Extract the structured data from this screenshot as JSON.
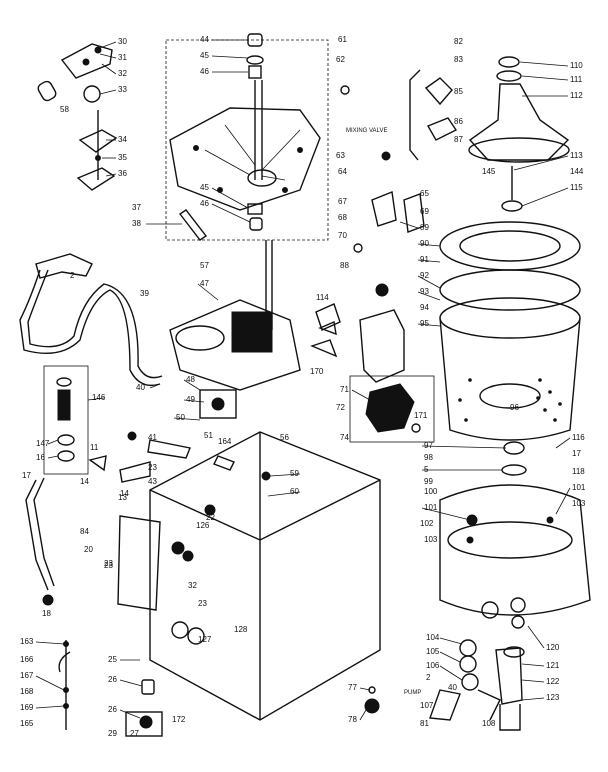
{
  "diagram": {
    "annotations": [
      "MIXING VALVE",
      "PUMP"
    ],
    "callouts": [
      "30",
      "31",
      "32",
      "33",
      "58",
      "34",
      "35",
      "36",
      "44",
      "45",
      "46",
      "61",
      "62",
      "45",
      "46",
      "37",
      "38",
      "57",
      "82",
      "83",
      "85",
      "86",
      "87",
      "MIXING VALVE",
      "63",
      "64",
      "65",
      "69",
      "67",
      "68",
      "70",
      "88",
      "89",
      "90",
      "91",
      "92",
      "93",
      "94",
      "95",
      "110",
      "111",
      "112",
      "113",
      "145",
      "144",
      "115",
      "2",
      "39",
      "47",
      "114",
      "170",
      "48",
      "49",
      "50",
      "40",
      "146",
      "147",
      "16",
      "11",
      "14",
      "13",
      "17",
      "84",
      "20",
      "23",
      "18",
      "41",
      "43",
      "23",
      "14",
      "164",
      "59",
      "60",
      "126",
      "51",
      "56",
      "74",
      "71",
      "72",
      "171",
      "96",
      "97",
      "98",
      "5",
      "99",
      "100",
      "101",
      "102",
      "103",
      "116",
      "17",
      "118",
      "101",
      "103",
      "120",
      "32",
      "128",
      "127",
      "23",
      "22",
      "23",
      "163",
      "166",
      "167",
      "168",
      "169",
      "165",
      "25",
      "26",
      "26",
      "29",
      "27",
      "172",
      "77",
      "78",
      "104",
      "105",
      "106",
      "2",
      "PUMP",
      "40",
      "107",
      "81",
      "108",
      "121",
      "122",
      "123"
    ]
  }
}
